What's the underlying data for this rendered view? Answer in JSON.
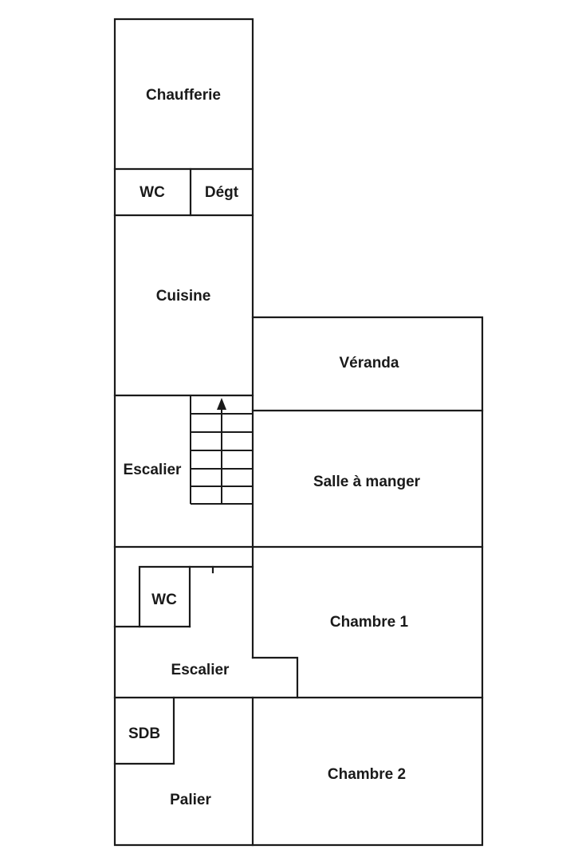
{
  "rooms": {
    "chaufferie": "Chaufferie",
    "wc_top": "WC",
    "degt": "Dégt",
    "cuisine": "Cuisine",
    "veranda": "Véranda",
    "escalier_1": "Escalier",
    "salle_a_manger": "Salle à manger",
    "wc_middle": "WC",
    "chambre_1": "Chambre 1",
    "escalier_2": "Escalier",
    "sdb": "SDB",
    "palier": "Palier",
    "chambre_2": "Chambre 2"
  }
}
